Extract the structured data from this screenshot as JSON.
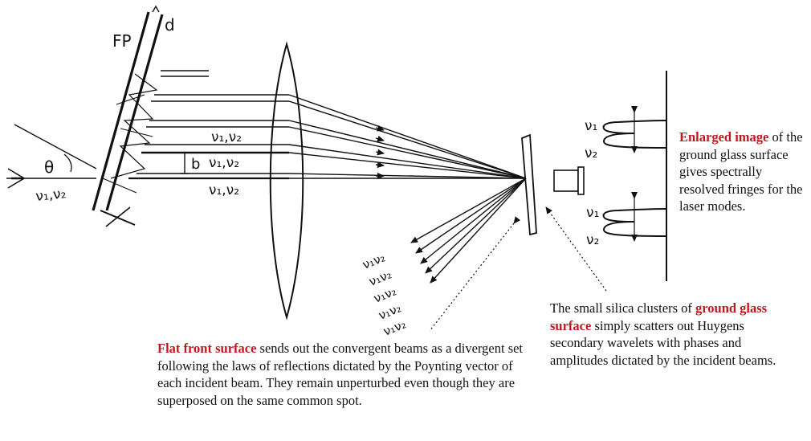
{
  "labels": {
    "fp": "FP",
    "d": "d",
    "theta": "θ",
    "b": "b",
    "nu_pair": "ν₁,ν₂",
    "nu1": "ν₁",
    "nu2": "ν₂",
    "scatter_pairs": [
      "ν₁ν₂",
      "ν₁ν₂",
      "ν₁ν₂",
      "ν₁ν₂",
      "ν₁ν₂"
    ]
  },
  "captions": {
    "enlarged": {
      "highlight": "Enlarged image",
      "text": "of the ground glass surface gives spectrally resolved fringes for the laser modes."
    },
    "ground_glass": {
      "lead": "The small silica clusters of",
      "highlight": "ground glass surface",
      "text": "simply scatters out Huygens secondary wavelets with phases and amplitudes dictated by the incident beams."
    },
    "flat_front": {
      "highlight": "Flat front surface",
      "text": "sends out the convergent beams as a divergent set following the laws of reflections dictated by the Poynting vector of each incident beam. They remain unperturbed even though they are superposed on the same common spot."
    }
  },
  "colors": {
    "highlight": "#c0181f",
    "ink": "#111111"
  }
}
